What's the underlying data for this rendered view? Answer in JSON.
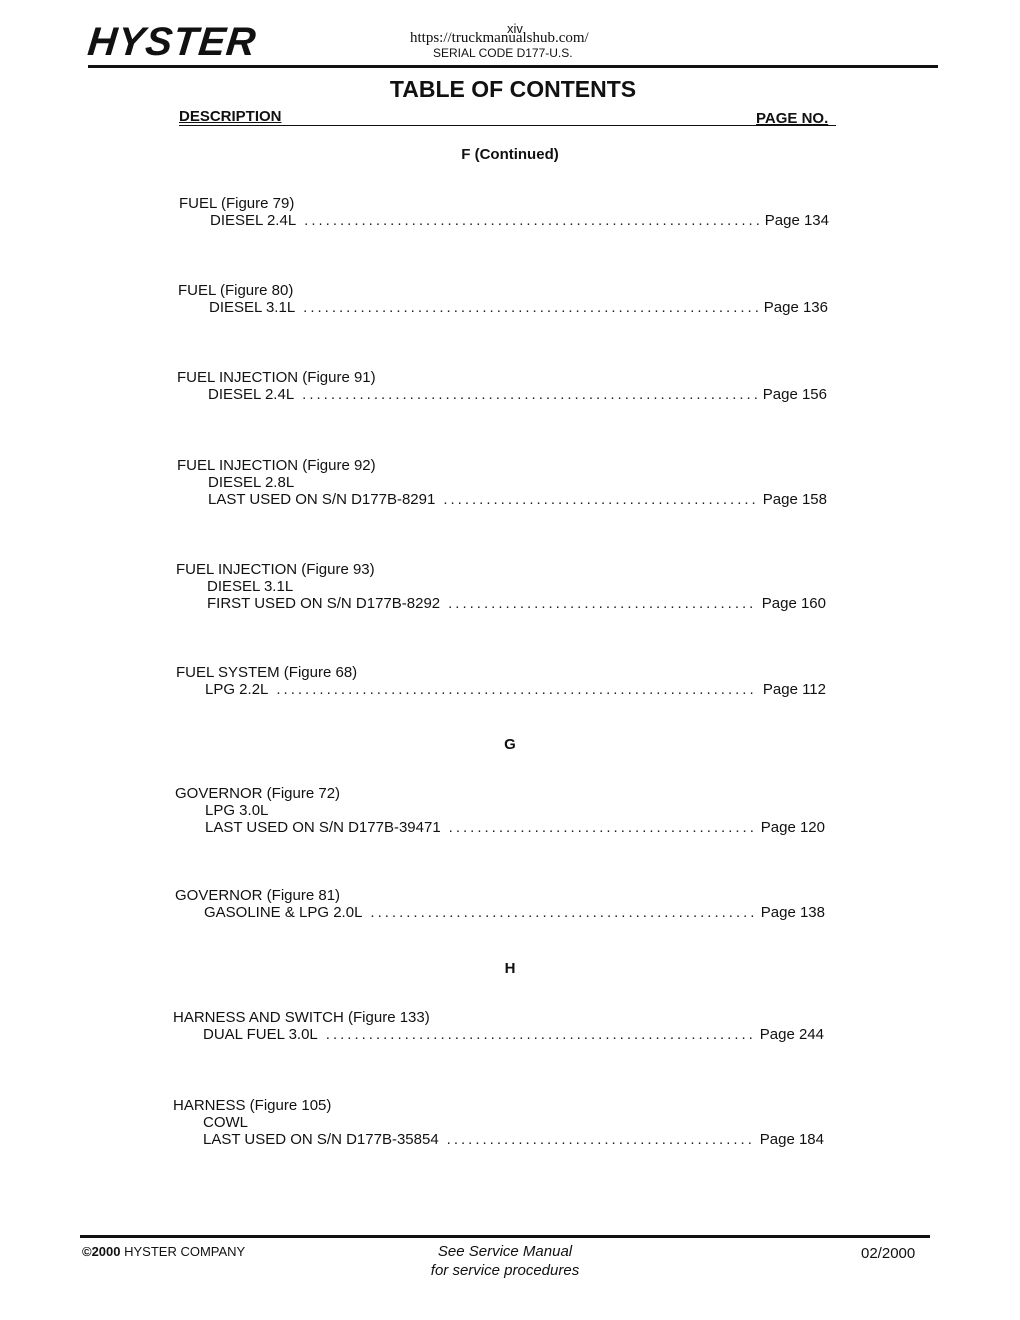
{
  "header": {
    "logo": "HYSTER",
    "page_number": "xiv",
    "url": "https://truckmanualshub.com/",
    "serial_code": "SERIAL CODE D177-U.S."
  },
  "toc": {
    "title": "TABLE OF CONTENTS",
    "col_description": "DESCRIPTION",
    "col_page": "PAGE NO."
  },
  "sections": {
    "f": "F (Continued)",
    "g": "G",
    "h": "H"
  },
  "entries": [
    {
      "title": "FUEL (Figure 79)",
      "sub": "",
      "leader": "DIESEL 2.4L",
      "page": "Page 134"
    },
    {
      "title": "FUEL (Figure 80)",
      "sub": "",
      "leader": "DIESEL 3.1L",
      "page": "Page 136"
    },
    {
      "title": "FUEL INJECTION (Figure 91)",
      "sub": "",
      "leader": "DIESEL 2.4L",
      "page": "Page 156"
    },
    {
      "title": "FUEL INJECTION (Figure 92)",
      "sub": "DIESEL 2.8L",
      "leader": "LAST USED ON S/N D177B-8291",
      "page": "Page 158"
    },
    {
      "title": "FUEL INJECTION (Figure 93)",
      "sub": "DIESEL 3.1L",
      "leader": "FIRST USED ON S/N D177B-8292",
      "page": "Page 160"
    },
    {
      "title": "FUEL SYSTEM (Figure 68)",
      "sub": "",
      "leader": "LPG 2.2L",
      "page": "Page 112"
    },
    {
      "title": "GOVERNOR (Figure 72)",
      "sub": "LPG 3.0L",
      "leader": "LAST USED ON S/N D177B-39471",
      "page": "Page 120"
    },
    {
      "title": "GOVERNOR (Figure 81)",
      "sub": "",
      "leader": "GASOLINE & LPG 2.0L",
      "page": "Page 138"
    },
    {
      "title": "HARNESS AND SWITCH (Figure 133)",
      "sub": "",
      "leader": "DUAL FUEL 3.0L",
      "page": "Page 244"
    },
    {
      "title": "HARNESS (Figure 105)",
      "sub": "COWL",
      "leader": "LAST USED ON S/N D177B-35854",
      "page": "Page 184"
    }
  ],
  "footer": {
    "copyright_symbol_year": "©2000",
    "copyright_company": " HYSTER COMPANY",
    "note_line1": "See Service Manual",
    "note_line2": "for service procedures",
    "date": "02/2000"
  }
}
